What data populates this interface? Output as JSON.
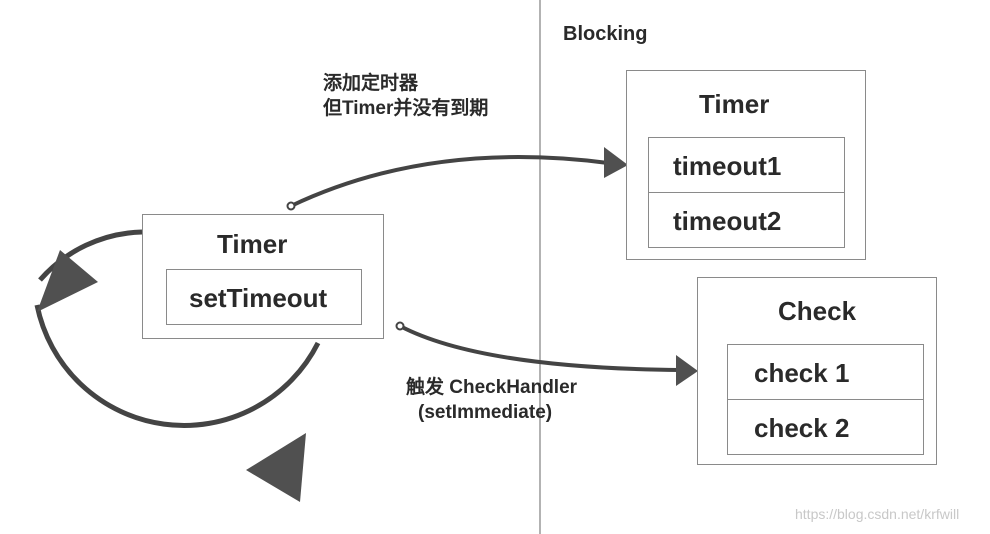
{
  "divider_label": "Blocking",
  "timer_loop_box": {
    "title": "Timer",
    "item": "setTimeout"
  },
  "timer_blocking_box": {
    "title": "Timer",
    "items": [
      "timeout1",
      "timeout2"
    ]
  },
  "check_box": {
    "title": "Check",
    "items": [
      "check 1",
      "check 2"
    ]
  },
  "arrow_to_timer": {
    "line1": "添加定时器",
    "line2": "但Timer并没有到期"
  },
  "arrow_to_check": {
    "line1": "触发 CheckHandler",
    "line2": "(setImmediate)"
  },
  "watermark": "https://blog.csdn.net/krfwill",
  "colors": {
    "stroke": "#444444",
    "arrow_fill": "#505050",
    "box_border": "#8a8a8a",
    "divider": "#808080"
  }
}
